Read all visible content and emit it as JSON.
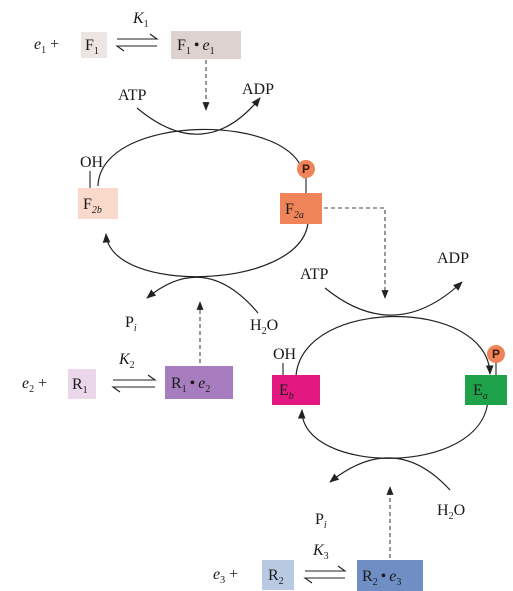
{
  "colors": {
    "F1_box": "#ece5e1",
    "F1e1_box": "#ddd2cf",
    "F2b_box": "#f9d9c9",
    "F2a_box": "#ef8458",
    "R1_box": "#ead8ea",
    "R1e2_box": "#a77dc0",
    "Eb_box": "#e2177f",
    "Ea_box": "#1ea24a",
    "R2_box": "#b9c9e2",
    "R2e3_box": "#6f8fc4",
    "phospho": "#ef8458"
  },
  "phospho_label": "P",
  "top": {
    "e1": "e",
    "e1_sub": "1",
    "plus": "+",
    "F1": "F",
    "F1_sub": "1",
    "K": "K",
    "K_sub": "1",
    "C": "F",
    "C_sub": "1",
    "C_dot": "•",
    "C_e": "e",
    "C_e_sub": "1"
  },
  "cycle1": {
    "ATP": "ATP",
    "ADP": "ADP",
    "OH": "OH",
    "F2b": "F",
    "F2b_sub": "2b",
    "F2a": "F",
    "F2a_sub": "2a",
    "P": "P",
    "P_sub": "i",
    "H": "H",
    "H_sub": "2",
    "O": "O"
  },
  "mid": {
    "e2": "e",
    "e2_sub": "2",
    "plus": "+",
    "R1": "R",
    "R1_sub": "1",
    "K": "K",
    "K_sub": "2",
    "C": "R",
    "C_sub": "1",
    "C_dot": "•",
    "C_e": "e",
    "C_e_sub": "2"
  },
  "cycle2": {
    "ATP": "ATP",
    "ADP": "ADP",
    "OH": "OH",
    "Eb": "E",
    "Eb_sub": "b",
    "Ea": "E",
    "Ea_sub": "a",
    "P": "P",
    "P_sub": "i",
    "H": "H",
    "H_sub": "2",
    "O": "O"
  },
  "bottom": {
    "e3": "e",
    "e3_sub": "3",
    "plus": "+",
    "R2": "R",
    "R2_sub": "2",
    "K": "K",
    "K_sub": "3",
    "C": "R",
    "C_sub": "2",
    "C_dot": "•",
    "C_e": "e",
    "C_e_sub": "3"
  }
}
